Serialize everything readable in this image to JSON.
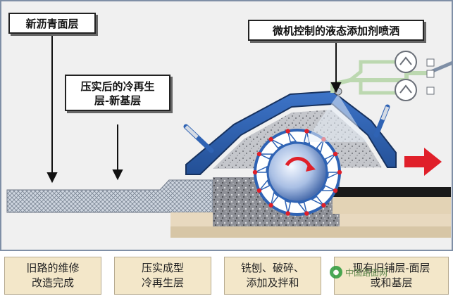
{
  "labels": {
    "new_asphalt": "新沥青面层",
    "recycled_line1": "压实后的冷再生",
    "recycled_line2": "层-新基层",
    "spray": "微机控制的液态添加剂喷洒"
  },
  "captions": [
    {
      "line1": "旧路的维修",
      "line2": "改造完成"
    },
    {
      "line1": "压实成型",
      "line2": "冷再生层"
    },
    {
      "line1": "铣刨、破碎、",
      "line2": "添加及拌和"
    },
    {
      "line1": "现有旧铺层-面层",
      "line2": "或和基层"
    }
  ],
  "watermark": {
    "text": "中国路面网"
  },
  "colors": {
    "machine_blue": "#2f63b4",
    "arrow_red": "#e0202a",
    "caption_bg": "#f3e7c9",
    "pipe_green": "#bcd8b0",
    "asphalt_dark": "#1a1a1a"
  }
}
